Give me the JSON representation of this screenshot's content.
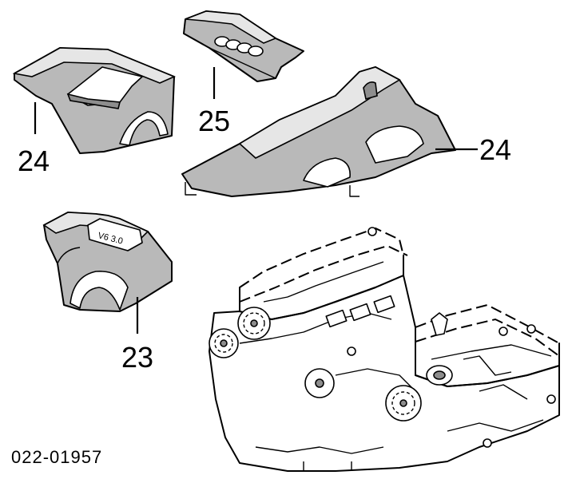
{
  "callouts": {
    "part_24_left": "24",
    "part_25": "25",
    "part_24_right": "24",
    "part_23": "23"
  },
  "drawing_number": "022-01957",
  "emblem_text": "V6 3.0"
}
